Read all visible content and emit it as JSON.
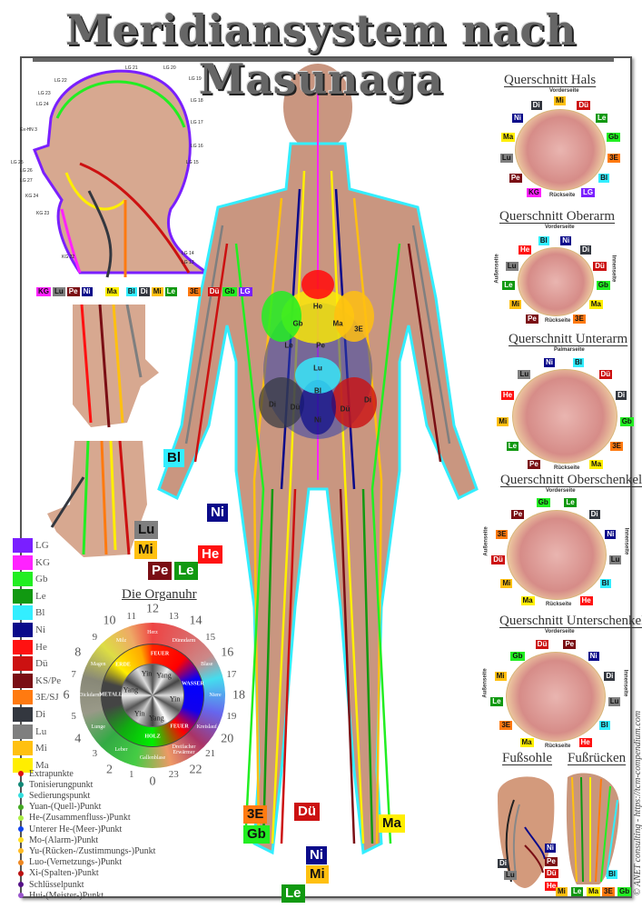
{
  "title": "Meridiansystem nach Masunaga",
  "copyright": "© ANET consulting - https://tcm-compendium.com",
  "meridian_legend": [
    {
      "code": "LG",
      "color": "#7a1fff"
    },
    {
      "code": "KG",
      "color": "#ff22ff"
    },
    {
      "code": "Gb",
      "color": "#22ee22"
    },
    {
      "code": "Le",
      "color": "#119911"
    },
    {
      "code": "Bl",
      "color": "#33eeff"
    },
    {
      "code": "Ni",
      "color": "#0a0a8a"
    },
    {
      "code": "He",
      "color": "#ff1111"
    },
    {
      "code": "Dü",
      "color": "#cc1111"
    },
    {
      "code": "KS/Pe",
      "color": "#7a0e14"
    },
    {
      "code": "3E/SJ",
      "color": "#ff7a10"
    },
    {
      "code": "Di",
      "color": "#33373f"
    },
    {
      "code": "Lu",
      "color": "#7f7f7f"
    },
    {
      "code": "Mi",
      "color": "#ffc010"
    },
    {
      "code": "Ma",
      "color": "#ffee00"
    }
  ],
  "point_legend": [
    {
      "label": "Extrapunkte",
      "color": "#dd1111"
    },
    {
      "label": "Tonisierungpunkt",
      "color": "#118877"
    },
    {
      "label": "Sedierungspunkt",
      "color": "#33dddd"
    },
    {
      "label": "Yuan-(Quell-)Punkt",
      "color": "#44aa22"
    },
    {
      "label": "He-(Zusammenfluss-)Punkt",
      "color": "#aaee44"
    },
    {
      "label": "Unterer He-(Meer-)Punkt",
      "color": "#1144ee"
    },
    {
      "label": "Mo-(Alarm-)Punkt",
      "color": "#ffdd22"
    },
    {
      "label": "Yu-(Rücken-/Zustimmungs-)Punkt",
      "color": "#ffbb22"
    },
    {
      "label": "Luo-(Vernetzungs-)Punkt",
      "color": "#ee8822"
    },
    {
      "label": "Xi-(Spalten-)Punkt",
      "color": "#bb1111"
    },
    {
      "label": "Schlüsselpunkt",
      "color": "#551188"
    },
    {
      "label": "Hui-(Meister-)Punkt",
      "color": "#9955cc"
    }
  ],
  "organ_clock": {
    "title": "Die Organuhr",
    "hours": [
      "0",
      "1",
      "2",
      "3",
      "4",
      "5",
      "6",
      "7",
      "8",
      "9",
      "10",
      "11",
      "12",
      "13",
      "14",
      "15",
      "16",
      "17",
      "18",
      "19",
      "20",
      "21",
      "22",
      "23"
    ],
    "organs": [
      {
        "label": "Herz",
        "from": 11,
        "color": "#ee4444"
      },
      {
        "label": "Dünndarm",
        "from": 13,
        "color": "#dd5555"
      },
      {
        "label": "Blase",
        "from": 15,
        "color": "#44ddee"
      },
      {
        "label": "Niere",
        "from": 17,
        "color": "#5555ee"
      },
      {
        "label": "Kreislauf",
        "from": 19,
        "color": "#aa3366"
      },
      {
        "label": "Dreifacher Erwärmer",
        "from": 21,
        "color": "#ee8866"
      },
      {
        "label": "Gallenblase",
        "from": 23,
        "color": "#44cc44"
      },
      {
        "label": "Leber",
        "from": 1,
        "color": "#33aa44"
      },
      {
        "label": "Lunge",
        "from": 3,
        "color": "#999988"
      },
      {
        "label": "Dickdarm",
        "from": 5,
        "color": "#888877"
      },
      {
        "label": "Magen",
        "from": 7,
        "color": "#dddd44"
      },
      {
        "label": "Milz",
        "from": 9,
        "color": "#eeaa66"
      }
    ],
    "elements": [
      {
        "label": "FEUER",
        "angle": 10
      },
      {
        "label": "WASSER",
        "angle": 75
      },
      {
        "label": "FEUER",
        "angle": 140
      },
      {
        "label": "HOLZ",
        "angle": 180
      },
      {
        "label": "METALL",
        "angle": 270
      },
      {
        "label": "ERDE",
        "angle": 315
      }
    ],
    "yin_yang": [
      {
        "label": "Yin",
        "angle": 345
      },
      {
        "label": "Yang",
        "angle": 30
      },
      {
        "label": "Yin",
        "angle": 100
      },
      {
        "label": "Yang",
        "angle": 170
      },
      {
        "label": "Yin",
        "angle": 215
      },
      {
        "label": "Yang",
        "angle": 285
      }
    ]
  },
  "head_panel": {
    "bottom_tags": [
      {
        "code": "KG",
        "color": "#ff22ff"
      },
      {
        "code": "Lu",
        "color": "#7f7f7f"
      },
      {
        "code": "Pe",
        "color": "#7a0e14"
      },
      {
        "code": "Ni",
        "color": "#0a0a8a"
      },
      {
        "code": "Ma",
        "color": "#ffee00"
      },
      {
        "code": "Bl",
        "color": "#33eeff"
      },
      {
        "code": "Di",
        "color": "#33373f"
      },
      {
        "code": "Mi",
        "color": "#ffc010"
      },
      {
        "code": "Le",
        "color": "#119911"
      },
      {
        "code": "3E",
        "color": "#ff7a10"
      },
      {
        "code": "Dü",
        "color": "#cc1111"
      },
      {
        "code": "Gb",
        "color": "#22ee22"
      },
      {
        "code": "LG",
        "color": "#7a1fff"
      }
    ],
    "points": [
      "LG 21",
      "LG 20",
      "LG 19",
      "LG 22",
      "LG 23",
      "LG 24",
      "LG 18",
      "LG 17",
      "Ex-HN 3",
      "LG 16",
      "LG 15",
      "LG 25",
      "LG 26",
      "LG 27",
      "KG 24",
      "KG 23",
      "KG 22",
      "LG 14",
      "LG 13"
    ]
  },
  "body_tags": [
    {
      "code": "Bl",
      "color": "#33eeff"
    },
    {
      "code": "Ni",
      "color": "#0a0a8a"
    },
    {
      "code": "Lu",
      "color": "#7f7f7f"
    },
    {
      "code": "Mi",
      "color": "#ffc010"
    },
    {
      "code": "Pe",
      "color": "#7a0e14"
    },
    {
      "code": "Le",
      "color": "#119911"
    },
    {
      "code": "He",
      "color": "#ff1111"
    },
    {
      "code": "3E",
      "color": "#ff7a10"
    },
    {
      "code": "Dü",
      "color": "#cc1111"
    },
    {
      "code": "Ma",
      "color": "#ffee00"
    },
    {
      "code": "Gb",
      "color": "#22ee22"
    },
    {
      "code": "Ni",
      "color": "#0a0a8a"
    },
    {
      "code": "Mi",
      "color": "#ffc010"
    },
    {
      "code": "Le",
      "color": "#119911"
    }
  ],
  "torso_organs": [
    "He",
    "Gb",
    "Le",
    "Pe",
    "Ma",
    "3E",
    "Lu",
    "Di",
    "Dü",
    "Ni",
    "Bl",
    "Dü",
    "Di"
  ],
  "cross_sections": [
    {
      "title": "Querschnitt  Hals",
      "front": "Vorderseite",
      "back": "Rückseite",
      "tags": [
        {
          "code": "KG",
          "color": "#ff22ff"
        },
        {
          "code": "Pe",
          "color": "#7a0e14"
        },
        {
          "code": "Lu",
          "color": "#7f7f7f"
        },
        {
          "code": "Ma",
          "color": "#ffee00"
        },
        {
          "code": "Ni",
          "color": "#0a0a8a"
        },
        {
          "code": "Di",
          "color": "#33373f"
        },
        {
          "code": "Mi",
          "color": "#ffc010"
        },
        {
          "code": "Dü",
          "color": "#cc1111"
        },
        {
          "code": "Le",
          "color": "#119911"
        },
        {
          "code": "Gb",
          "color": "#22ee22"
        },
        {
          "code": "3E",
          "color": "#ff7a10"
        },
        {
          "code": "Bl",
          "color": "#33eeff"
        },
        {
          "code": "LG",
          "color": "#7a1fff"
        }
      ]
    },
    {
      "title": "Querschnitt Oberarm",
      "front": "Vorderseite",
      "back": "Rückseite",
      "outer": "Außenseite",
      "inner": "Innenseite",
      "tags": [
        {
          "code": "Pe",
          "color": "#7a0e14"
        },
        {
          "code": "Mi",
          "color": "#ffc010"
        },
        {
          "code": "Le",
          "color": "#119911"
        },
        {
          "code": "Lu",
          "color": "#7f7f7f"
        },
        {
          "code": "He",
          "color": "#ff1111"
        },
        {
          "code": "Bl",
          "color": "#33eeff"
        },
        {
          "code": "Ni",
          "color": "#0a0a8a"
        },
        {
          "code": "Di",
          "color": "#33373f"
        },
        {
          "code": "Dü",
          "color": "#cc1111"
        },
        {
          "code": "Gb",
          "color": "#22ee22"
        },
        {
          "code": "Ma",
          "color": "#ffee00"
        },
        {
          "code": "3E",
          "color": "#ff7a10"
        }
      ]
    },
    {
      "title": "Querschnitt Unterarm",
      "front": "Palmarseite",
      "back": "Rückseite",
      "tags": [
        {
          "code": "Pe",
          "color": "#7a0e14"
        },
        {
          "code": "Le",
          "color": "#119911"
        },
        {
          "code": "Mi",
          "color": "#ffc010"
        },
        {
          "code": "He",
          "color": "#ff1111"
        },
        {
          "code": "Lu",
          "color": "#7f7f7f"
        },
        {
          "code": "Ni",
          "color": "#0a0a8a"
        },
        {
          "code": "Bl",
          "color": "#33eeff"
        },
        {
          "code": "Dü",
          "color": "#cc1111"
        },
        {
          "code": "Di",
          "color": "#33373f"
        },
        {
          "code": "Gb",
          "color": "#22ee22"
        },
        {
          "code": "3E",
          "color": "#ff7a10"
        },
        {
          "code": "Ma",
          "color": "#ffee00"
        }
      ]
    },
    {
      "title": "Querschnitt Oberschenkel",
      "front": "Vorderseite",
      "back": "Rückseite",
      "outer": "Außenseite",
      "inner": "Innenseite",
      "tags": [
        {
          "code": "Ma",
          "color": "#ffee00"
        },
        {
          "code": "Mi",
          "color": "#ffc010"
        },
        {
          "code": "Dü",
          "color": "#cc1111"
        },
        {
          "code": "3E",
          "color": "#ff7a10"
        },
        {
          "code": "Pe",
          "color": "#7a0e14"
        },
        {
          "code": "Gb",
          "color": "#22ee22"
        },
        {
          "code": "Le",
          "color": "#119911"
        },
        {
          "code": "Di",
          "color": "#33373f"
        },
        {
          "code": "Ni",
          "color": "#0a0a8a"
        },
        {
          "code": "Lu",
          "color": "#7f7f7f"
        },
        {
          "code": "Bl",
          "color": "#33eeff"
        },
        {
          "code": "He",
          "color": "#ff1111"
        }
      ]
    },
    {
      "title": "Querschnitt Unterschenkel",
      "front": "Vorderseite",
      "back": "Rückseite",
      "outer": "Außenseite",
      "inner": "Innenseite",
      "tags": [
        {
          "code": "Ma",
          "color": "#ffee00"
        },
        {
          "code": "3E",
          "color": "#ff7a10"
        },
        {
          "code": "Le",
          "color": "#119911"
        },
        {
          "code": "Mi",
          "color": "#ffc010"
        },
        {
          "code": "Gb",
          "color": "#22ee22"
        },
        {
          "code": "Dü",
          "color": "#cc1111"
        },
        {
          "code": "Pe",
          "color": "#7a0e14"
        },
        {
          "code": "Ni",
          "color": "#0a0a8a"
        },
        {
          "code": "Di",
          "color": "#33373f"
        },
        {
          "code": "Lu",
          "color": "#7f7f7f"
        },
        {
          "code": "Bl",
          "color": "#33eeff"
        },
        {
          "code": "He",
          "color": "#ff1111"
        }
      ]
    }
  ],
  "feet": {
    "sole_title": "Fußsohle",
    "top_title": "Fußrücken",
    "sole_tags": [
      {
        "code": "Ni",
        "color": "#0a0a8a"
      },
      {
        "code": "Pe",
        "color": "#7a0e14"
      },
      {
        "code": "Dü",
        "color": "#cc1111"
      },
      {
        "code": "He",
        "color": "#ff1111"
      },
      {
        "code": "Di",
        "color": "#33373f"
      },
      {
        "code": "Lu",
        "color": "#7f7f7f"
      }
    ],
    "top_tags": [
      {
        "code": "Bl",
        "color": "#33eeff"
      },
      {
        "code": "Mi",
        "color": "#ffc010"
      },
      {
        "code": "Le",
        "color": "#119911"
      },
      {
        "code": "Ma",
        "color": "#ffee00"
      },
      {
        "code": "3E",
        "color": "#ff7a10"
      },
      {
        "code": "Gb",
        "color": "#22ee22"
      }
    ]
  }
}
